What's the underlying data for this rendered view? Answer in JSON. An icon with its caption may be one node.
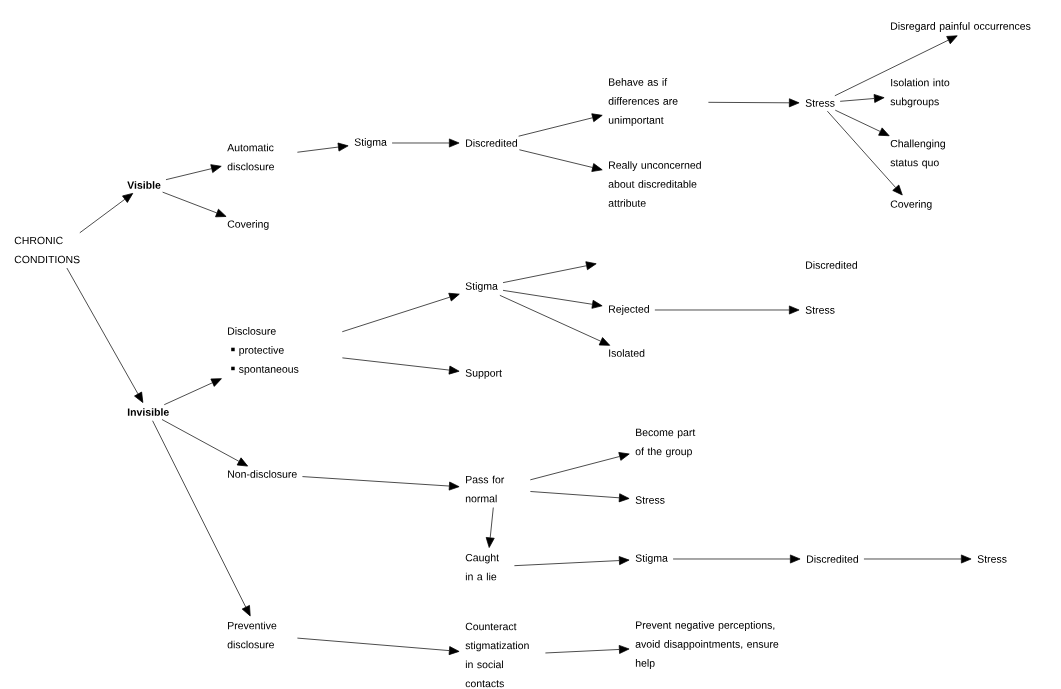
{
  "diagram": {
    "nodes": [
      {
        "text": [
          "CHRONIC CONDITIONS"
        ]
      },
      {
        "text": [
          "Visible"
        ]
      },
      {
        "text": [
          "Automatic disclosure"
        ]
      },
      {
        "text": [
          "Stigma"
        ]
      },
      {
        "text": [
          "Discredited"
        ]
      },
      {
        "text": [
          "Behave as if differences are unimportant"
        ]
      },
      {
        "text": [
          "Really unconcerned about discreditable attribute"
        ]
      },
      {
        "text": [
          "Stress"
        ]
      },
      {
        "text": [
          "Disregard painful occurrences"
        ]
      },
      {
        "text": [
          "Isolation into subgroups"
        ]
      },
      {
        "text": [
          "Challenging status quo"
        ]
      },
      {
        "text": [
          "Covering"
        ]
      },
      {
        "text": [
          "Covering"
        ]
      },
      {
        "text": [
          "Disclosure",
          "protective",
          "spontaneous"
        ]
      },
      {
        "text": [
          "Stigma"
        ]
      },
      {
        "text": [
          "Rejected"
        ]
      },
      {
        "text": [
          "Stress"
        ]
      },
      {
        "text": [
          "Isolated"
        ]
      },
      {
        "text": [
          "Support"
        ]
      },
      {
        "text": [
          "Invisible"
        ]
      },
      {
        "text": [
          "Non-disclosure"
        ]
      },
      {
        "text": [
          "Pass for normal"
        ]
      },
      {
        "text": [
          "Become part of the group"
        ]
      },
      {
        "text": [
          "Stress"
        ]
      },
      {
        "text": [
          "Caught in a lie"
        ]
      },
      {
        "text": [
          "Stigma"
        ]
      },
      {
        "text": [
          "Discredited"
        ]
      },
      {
        "text": [
          "Stress"
        ]
      },
      {
        "text": [
          "Preventive disclosure"
        ]
      },
      {
        "text": [
          "Counteract stigmatization in social contacts"
        ]
      },
      {
        "text": [
          "Prevent negative perceptions, avoid disappointments, ensure help"
        ]
      }
    ],
    "edges": [
      {
        "from": 0,
        "to": 1,
        "arrow": "to"
      },
      {
        "from": 0,
        "to": 19,
        "arrow": "to"
      },
      {
        "from": 1,
        "to": 2,
        "arrow": "to"
      },
      {
        "from": 1,
        "to": 12,
        "arrow": "to"
      },
      {
        "from": 2,
        "to": 3,
        "arrow": "to"
      },
      {
        "from": 3,
        "to": 4,
        "arrow": "to"
      },
      {
        "from": 4,
        "to": 5,
        "arrow": "to"
      },
      {
        "from": 4,
        "to": 6,
        "arrow": "to"
      },
      {
        "from": 5,
        "to": 7,
        "arrow": "to"
      },
      {
        "from": 7,
        "to": 8,
        "arrow": "to"
      },
      {
        "from": 7,
        "to": 9,
        "arrow": "to"
      },
      {
        "from": 7,
        "to": 10,
        "arrow": "to"
      },
      {
        "from": 7,
        "to": 11,
        "arrow": "to"
      },
      {
        "from": 19,
        "to": 13,
        "arrow": "to"
      },
      {
        "from": 13,
        "to": 14,
        "arrow": "to"
      },
      {
        "from": 13,
        "to": 18,
        "arrow": "to"
      },
      {
        "from": 14,
        "to": null,
        "arrow": "to"
      },
      {
        "from": 14,
        "to": 15,
        "arrow": "to"
      },
      {
        "from": 14,
        "to": 17,
        "arrow": "to"
      },
      {
        "from": 15,
        "to": 16,
        "arrow": "to"
      },
      {
        "from": 19,
        "to": 20,
        "arrow": "to"
      },
      {
        "from": 19,
        "to": 28,
        "arrow": "to"
      },
      {
        "from": 20,
        "to": 21,
        "arrow": "to"
      },
      {
        "from": 21,
        "to": 22,
        "arrow": "to"
      },
      {
        "from": 21,
        "to": 23,
        "arrow": "to"
      },
      {
        "from": 21,
        "to": 24,
        "arrow": "to"
      },
      {
        "from": 24,
        "to": 25,
        "arrow": "to"
      },
      {
        "from": 25,
        "to": 26,
        "arrow": "to"
      },
      {
        "from": 26,
        "to": 27,
        "arrow": "to"
      },
      {
        "from": 28,
        "to": 29,
        "arrow": "to"
      },
      {
        "from": 29,
        "to": 30,
        "arrow": "to"
      }
    ],
    "labels": [
      "Discredited"
    ]
  }
}
